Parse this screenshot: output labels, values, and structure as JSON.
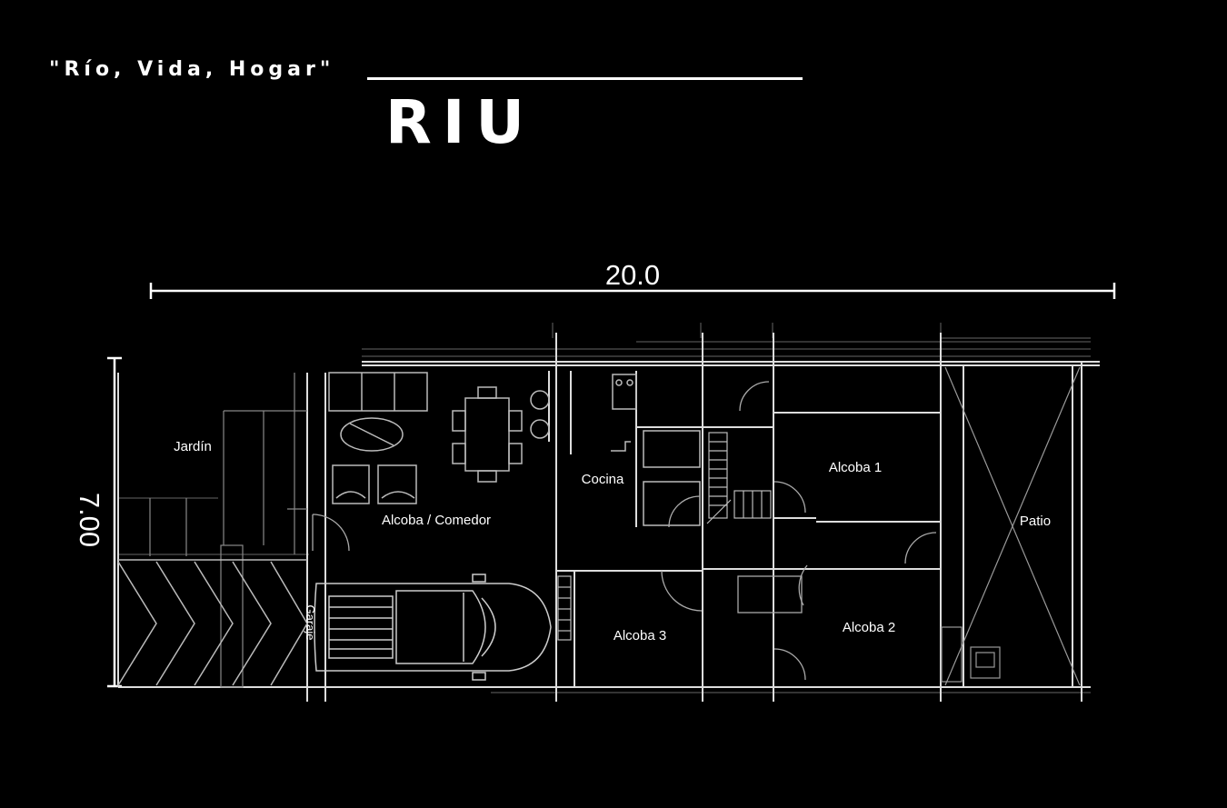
{
  "header": {
    "tagline": "\"Río, Vida, Hogar\"",
    "title": "RIU"
  },
  "dimensions": {
    "width": "20.0",
    "depth": "7.00"
  },
  "rooms": {
    "jardin": "Jardín",
    "alcoba_comedor": "Alcoba / Comedor",
    "cocina": "Cocina",
    "alcoba1": "Alcoba 1",
    "patio": "Patio",
    "alcoba3": "Alcoba 3",
    "alcoba2": "Alcoba 2",
    "garaje": "Garaje"
  },
  "colors": {
    "background": "#000000",
    "linework": "#ffffff"
  }
}
